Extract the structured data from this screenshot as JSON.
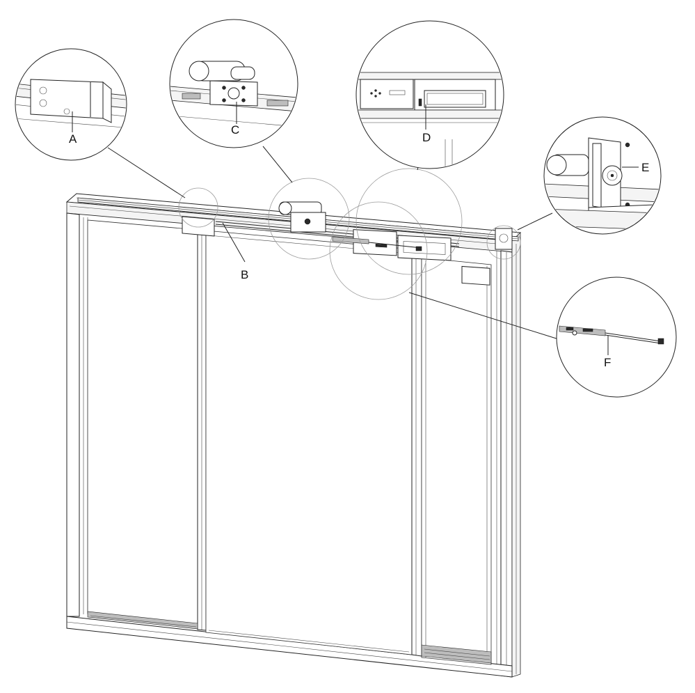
{
  "labels": {
    "a": "A",
    "b": "B",
    "c": "C",
    "d": "D",
    "e": "E",
    "f": "F"
  },
  "colors": {
    "line": "#222222",
    "background": "#ffffff"
  }
}
